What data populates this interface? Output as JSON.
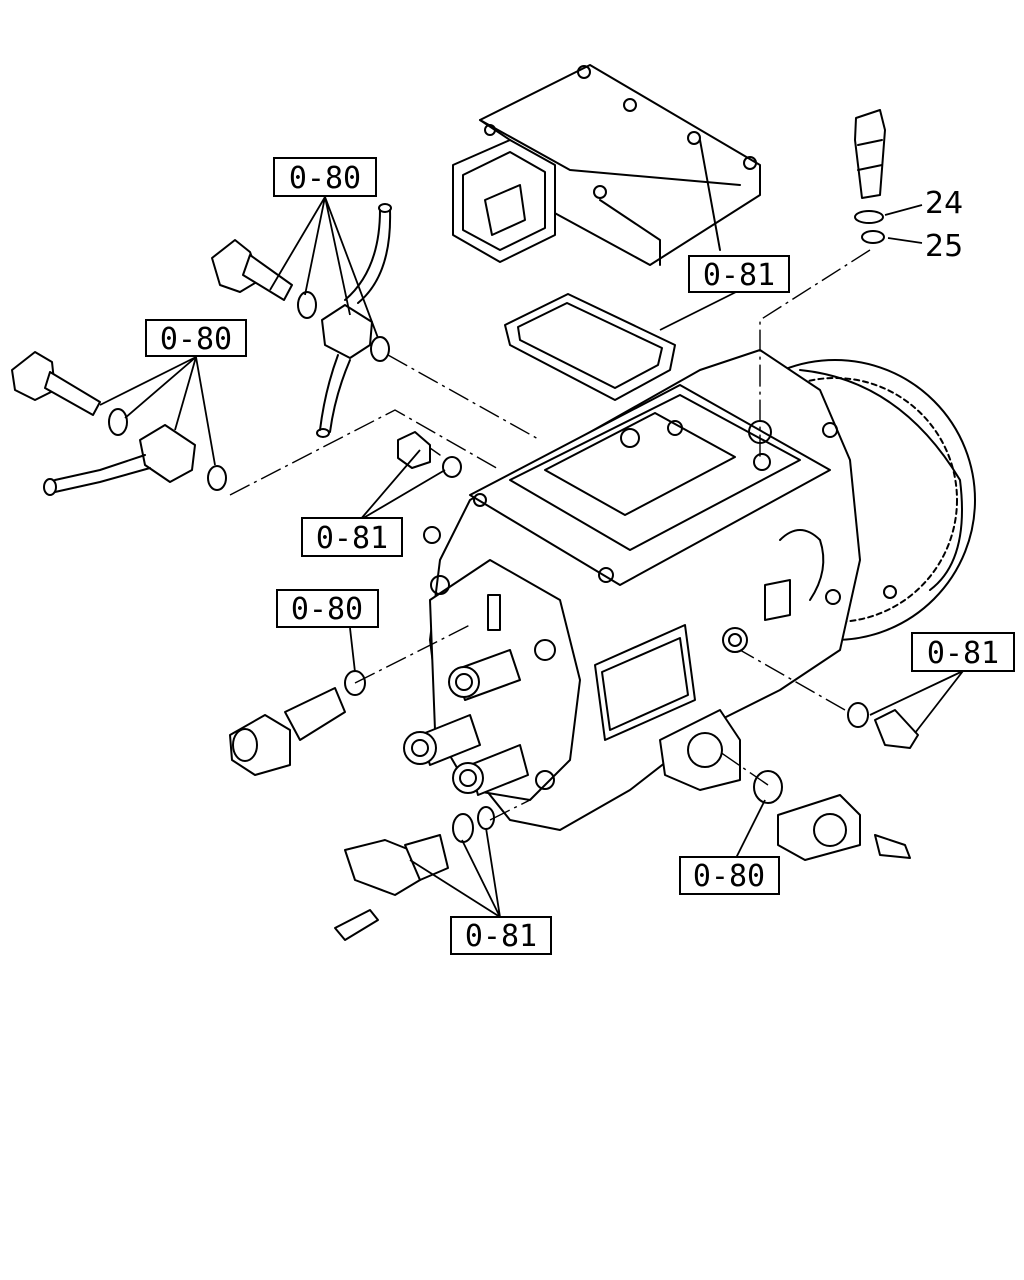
{
  "diagram": {
    "callouts": [
      {
        "id": "ref-a",
        "text": "0-80"
      },
      {
        "id": "ref-b",
        "text": "0-80"
      },
      {
        "id": "ref-c",
        "text": "0-81"
      },
      {
        "id": "ref-d",
        "text": "0-81"
      },
      {
        "id": "ref-e",
        "text": "0-80"
      },
      {
        "id": "ref-f",
        "text": "0-81"
      },
      {
        "id": "ref-g",
        "text": "0-80"
      },
      {
        "id": "ref-h",
        "text": "0-81"
      }
    ],
    "part_numbers": [
      {
        "id": "part-24",
        "text": "24"
      },
      {
        "id": "part-25",
        "text": "25"
      }
    ]
  }
}
